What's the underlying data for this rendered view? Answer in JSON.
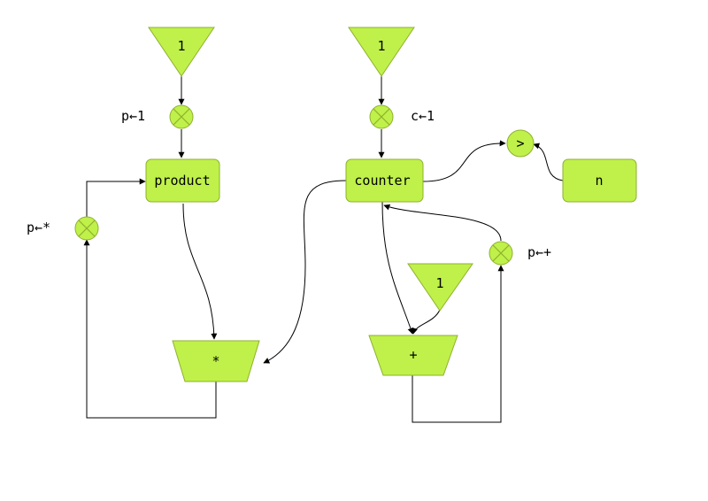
{
  "colors": {
    "node_fill": "#bff14a",
    "node_stroke": "#8fb02f",
    "wire": "#000000"
  },
  "constants": {
    "one_top_left": "1",
    "one_top_mid": "1",
    "one_bottom": "1"
  },
  "registers": {
    "product": "product",
    "counter": "counter",
    "n": "n"
  },
  "operators": {
    "multiply": "*",
    "add": "+",
    "greater": ">"
  },
  "assignment_labels": {
    "p_init": "p←1",
    "c_init": "c←1",
    "p_mul": "p←*",
    "p_add": "p←+"
  },
  "icons": {
    "assign_gate": "circled-x-icon"
  }
}
